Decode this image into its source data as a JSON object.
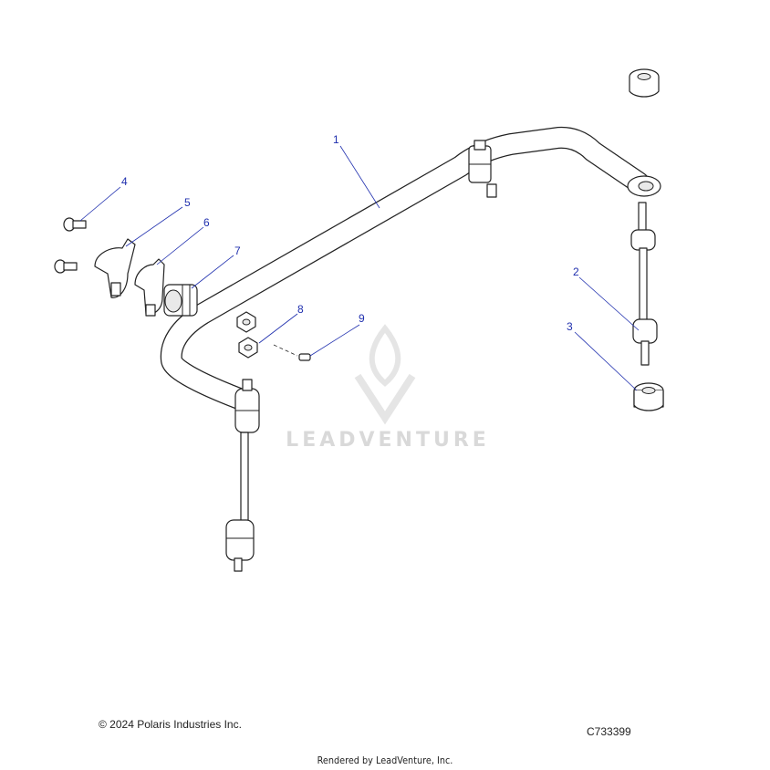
{
  "callouts": [
    {
      "id": "1",
      "label": "1"
    },
    {
      "id": "2",
      "label": "2"
    },
    {
      "id": "3",
      "label": "3"
    },
    {
      "id": "4",
      "label": "4"
    },
    {
      "id": "5",
      "label": "5"
    },
    {
      "id": "6",
      "label": "6"
    },
    {
      "id": "7",
      "label": "7"
    },
    {
      "id": "8",
      "label": "8"
    },
    {
      "id": "9",
      "label": "9"
    }
  ],
  "watermark": {
    "text": "LEADVENTURE"
  },
  "footer": {
    "copyright": "© 2024 Polaris Industries Inc.",
    "diagram_id": "C733399",
    "rendered_by": "Rendered by LeadVenture, Inc."
  },
  "colors": {
    "callout": "#1f2fae",
    "line_art": "#222222",
    "watermark": "#d9d9d9"
  }
}
